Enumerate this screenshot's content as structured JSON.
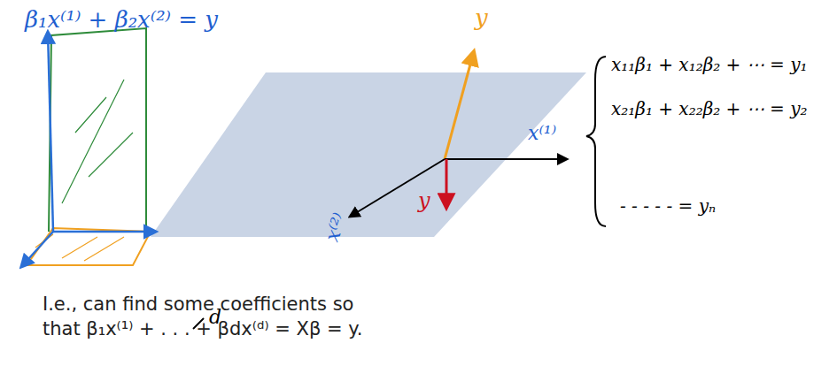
{
  "diagram": {
    "labels": [
      "β₁x⁽¹⁾ + β₂x⁽²⁾ = y",
      "y",
      "x⁽¹⁾",
      "x⁽²⁾",
      "y",
      "I.e., can find some coefficients so that β₁x⁽¹⁾ + . . . + βdx⁽ᵈ⁾ = Xβ = y.",
      "d",
      "x₁₁β₁ + x₁₂β₂ + ⋯ = y₁",
      "x₂₁β₁ + x₂₂β₂ + ⋯ = y₂",
      "- - - - - = yₙ"
    ]
  }
}
